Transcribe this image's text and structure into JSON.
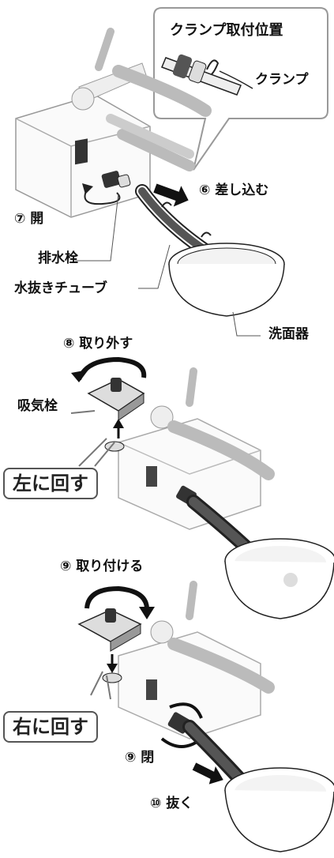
{
  "callout": {
    "title": "クランプ取付位置",
    "clamp_label": "クランプ"
  },
  "steps": {
    "insert": "⑥ 差し込む",
    "open": "⑦ 開",
    "remove": "⑧ 取り外す",
    "attach": "⑨ 取り付ける",
    "close": "⑨ 閉",
    "pull": "⑩ 抜く"
  },
  "parts": {
    "drain_plug": "排水栓",
    "drain_tube": "水抜きチューブ",
    "basin": "洗面器",
    "air_plug": "吸気栓"
  },
  "rotations": {
    "left": "左に回す",
    "right": "右に回す"
  }
}
